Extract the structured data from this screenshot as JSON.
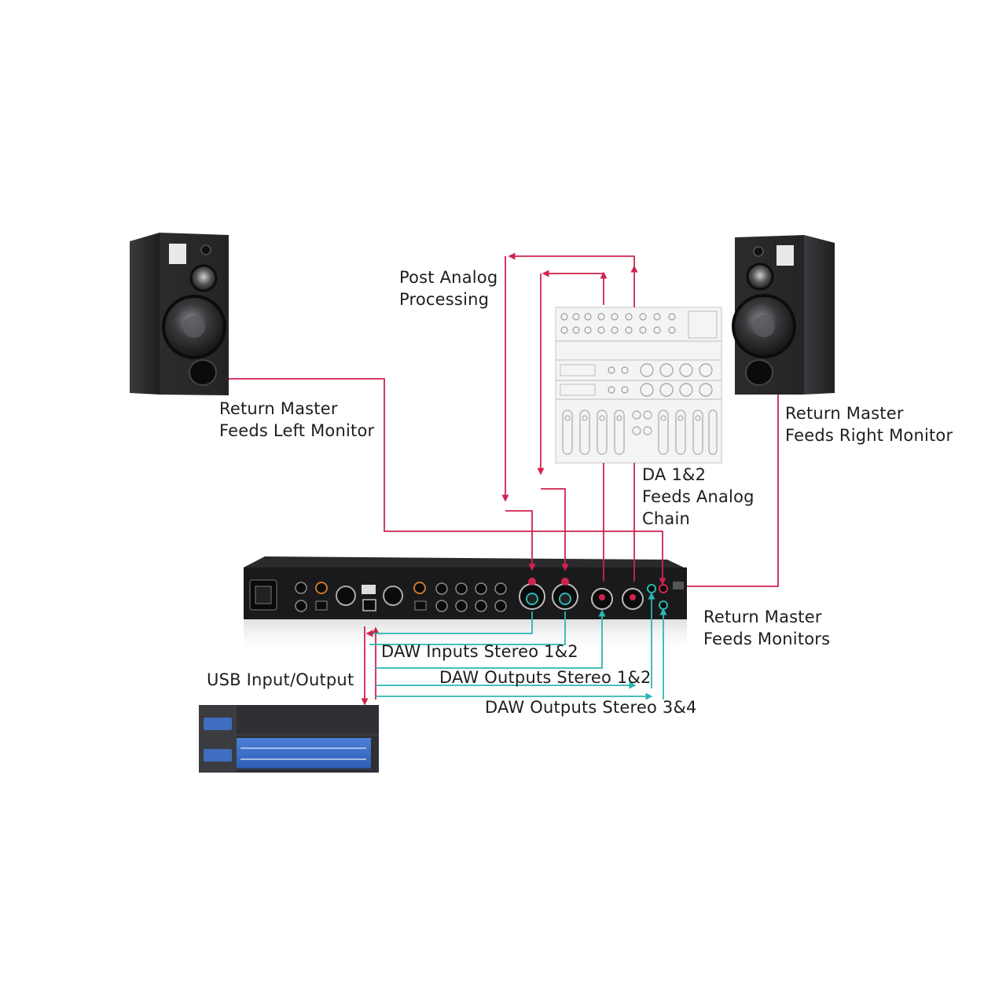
{
  "labels": {
    "post_analog": [
      "Post Analog",
      "Processing"
    ],
    "return_left": [
      "Return Master",
      "Feeds Left Monitor"
    ],
    "return_right": [
      "Return Master",
      "Feeds Right Monitor"
    ],
    "da_feeds": [
      "DA 1&2",
      "Feeds Analog",
      "Chain"
    ],
    "return_monitors": [
      "Return Master",
      "Feeds Monitors"
    ],
    "daw_inputs": "DAW Inputs Stereo 1&2",
    "daw_outputs_12": "DAW Outputs Stereo 1&2",
    "daw_outputs_34": "DAW Outputs Stereo 3&4",
    "usb_io": "USB Input/Output"
  },
  "colors": {
    "return_line": "#d0234e",
    "daw_line": "#2bb7b0",
    "device_body": "#1c1c1e",
    "speaker_body": "#2a2a2c",
    "rack_face": "#f3f3f3"
  }
}
